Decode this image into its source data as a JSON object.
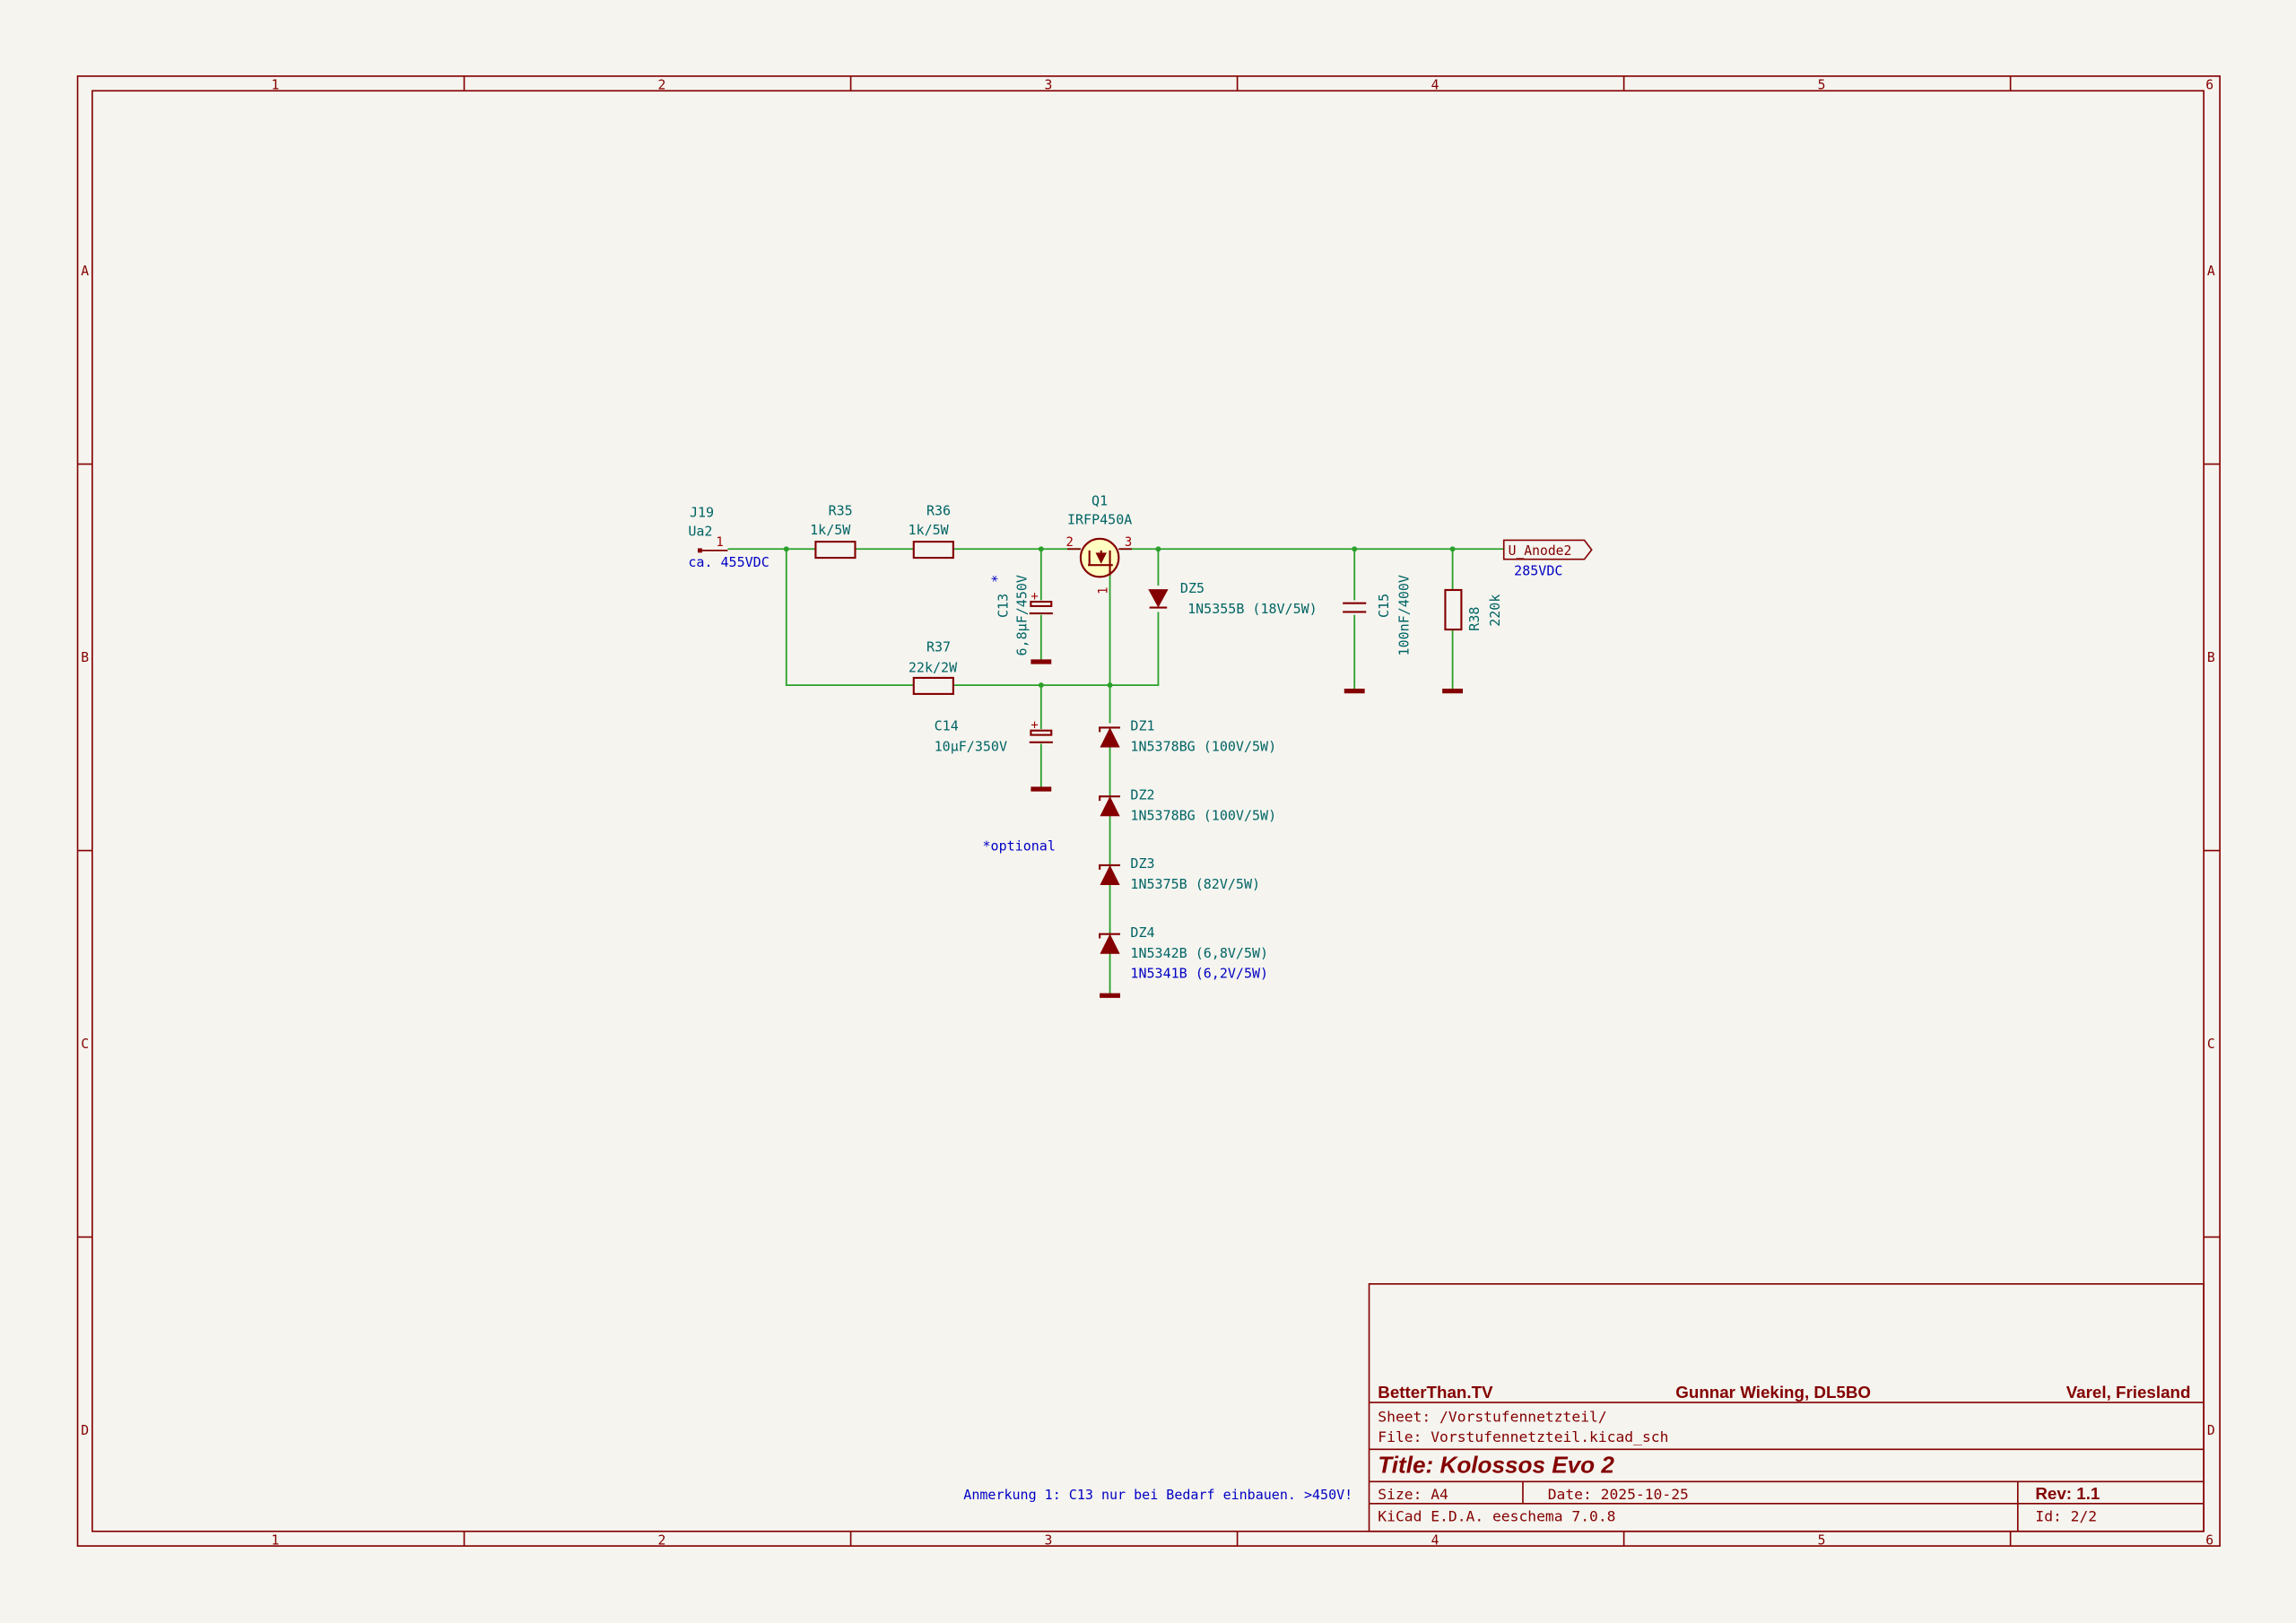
{
  "frame": {
    "columns": [
      "1",
      "2",
      "3",
      "4",
      "5",
      "6"
    ],
    "rows": [
      "A",
      "B",
      "C",
      "D"
    ]
  },
  "components": {
    "j19": {
      "ref": "J19",
      "value": "Ua2",
      "pin": "1",
      "net_note": "ca. 455VDC"
    },
    "r35": {
      "ref": "R35",
      "value": "1k/5W"
    },
    "r36": {
      "ref": "R36",
      "value": "1k/5W"
    },
    "r37": {
      "ref": "R37",
      "value": "22k/2W"
    },
    "r38": {
      "ref": "R38",
      "value": "220k"
    },
    "c13": {
      "ref": "C13",
      "mark": "*",
      "value": "6,8µF/450V",
      "plus": "+"
    },
    "c14": {
      "ref": "C14",
      "value": "10µF/350V",
      "plus": "+"
    },
    "c15": {
      "ref": "C15",
      "value": "100nF/400V"
    },
    "q1": {
      "ref": "Q1",
      "value": "IRFP450A",
      "pin1": "1",
      "pin2": "2",
      "pin3": "3"
    },
    "dz5": {
      "ref": "DZ5",
      "value": "1N5355B (18V/5W)"
    },
    "dz1": {
      "ref": "DZ1",
      "value": "1N5378BG (100V/5W)"
    },
    "dz2": {
      "ref": "DZ2",
      "value": "1N5378BG (100V/5W)"
    },
    "dz3": {
      "ref": "DZ3",
      "value": "1N5375B (82V/5W)"
    },
    "dz4": {
      "ref": "DZ4",
      "value": "1N5342B (6,8V/5W)",
      "alt": "1N5341B (6,2V/5W)"
    }
  },
  "labels": {
    "u_anode2": "U_Anode2",
    "u_anode2_note": "285VDC",
    "optional_note": "*optional",
    "remark": "Anmerkung 1: C13 nur bei Bedarf einbauen. >450V!"
  },
  "title_block": {
    "company": "BetterThan.TV",
    "author": "Gunnar Wieking, DL5BO",
    "location": "Varel, Friesland",
    "sheet": "Sheet: /Vorstufennetzteil/",
    "file": "File: Vorstufennetzteil.kicad_sch",
    "title": "Title: Kolossos Evo 2",
    "size": "Size: A4",
    "date": "Date: 2025-10-25",
    "rev": "Rev: 1.1",
    "tool": "KiCad E.D.A.  eeschema 7.0.8",
    "id": "Id: 2/2"
  },
  "colors": {
    "background": "#f5f4ef",
    "frame": "#840000",
    "wire": "#2aa02a",
    "text": "#006464",
    "note": "#0000c4"
  }
}
